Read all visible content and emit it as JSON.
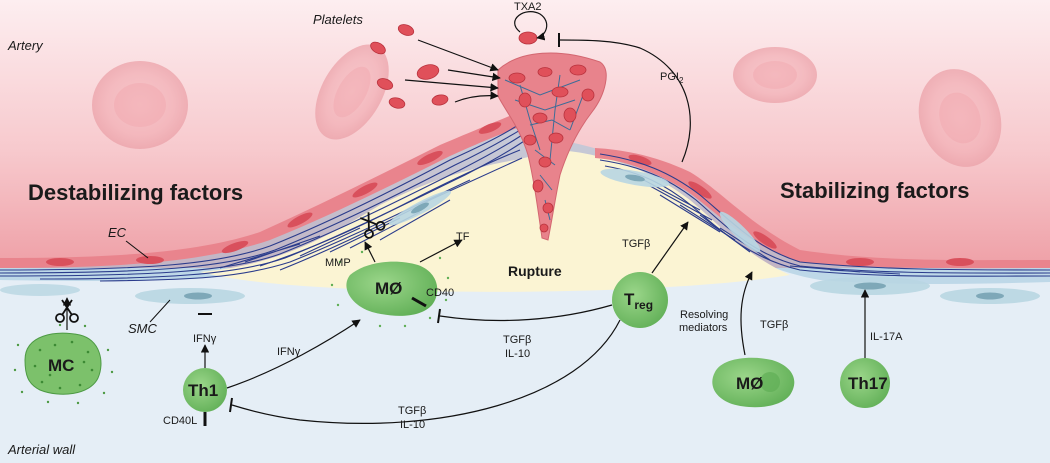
{
  "labels": {
    "artery": "Artery",
    "arterial_wall": "Arterial wall",
    "platelets": "Platelets",
    "txa2": "TXA2",
    "pgi2_main": "PGI",
    "pgi2_sub": "2",
    "destabilizing": "Destabilizing factors",
    "stabilizing": "Stabilizing factors",
    "ec": "EC",
    "smc": "SMC",
    "rupture": "Rupture",
    "mmp": "MMP",
    "tf": "TF",
    "cd40": "CD40",
    "cd40l": "CD40L",
    "ifng_th1_up": "IFNγ",
    "ifng_th1_mac": "IFNγ",
    "tgfb_treg_up": "TGFβ",
    "tgfb_il10_mid_1": "TGFβ",
    "tgfb_il10_mid_2": "IL-10",
    "tgfb_il10_bot_1": "TGFβ",
    "tgfb_il10_bot_2": "IL-10",
    "resolving_1": "Resolving",
    "resolving_2": "mediators",
    "tgfb_mac_right": "TGFβ",
    "il17a": "IL-17A"
  },
  "cells": {
    "mc": "MC",
    "th1": "Th1",
    "mac_left": "MØ",
    "mac_right": "MØ",
    "treg_main": "T",
    "treg_sub": "reg",
    "th17": "Th17"
  },
  "colors": {
    "lumen": "#f7d3d6",
    "intima_pink": "#ef9ba3",
    "wall": "#e4eef5",
    "plaque_core": "#fbf4d6",
    "collagen": "#2b3c8c",
    "immune_cell": "#7cc16b",
    "immune_cell_dark": "#4d9a44",
    "rbc": "#e0505a",
    "thrombus": "#e98a92"
  },
  "icons": {
    "scissors_left": "scissors-icon",
    "scissors_mmp": "scissors-icon"
  }
}
